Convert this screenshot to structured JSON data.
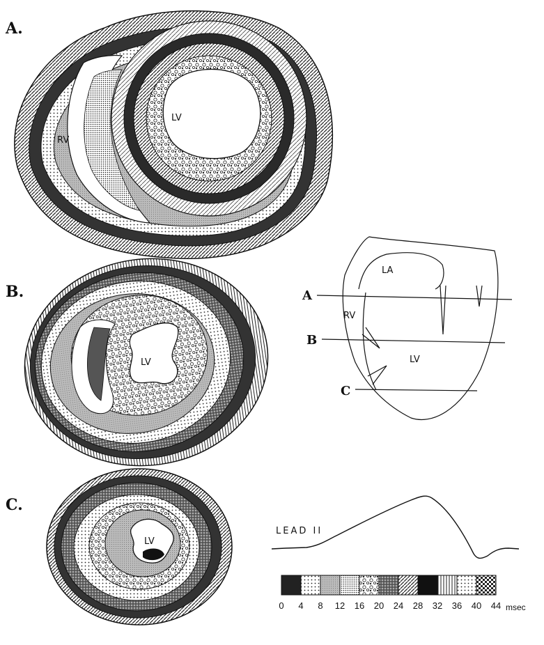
{
  "panels": {
    "a": {
      "label": "A.",
      "lv": "LV",
      "rv": "RV"
    },
    "b": {
      "label": "B.",
      "lv": "LV"
    },
    "c": {
      "label": "C.",
      "lv": "LV"
    }
  },
  "heart_schematic": {
    "la": "LA",
    "rv": "RV",
    "lv": "LV",
    "cut_a": "A",
    "cut_b": "B",
    "cut_c": "C"
  },
  "ecg": {
    "lead_label": "LEAD II"
  },
  "scale": {
    "ticks": [
      "0",
      "4",
      "8",
      "12",
      "16",
      "20",
      "24",
      "28",
      "32",
      "36",
      "40",
      "44"
    ],
    "unit": "msec"
  }
}
